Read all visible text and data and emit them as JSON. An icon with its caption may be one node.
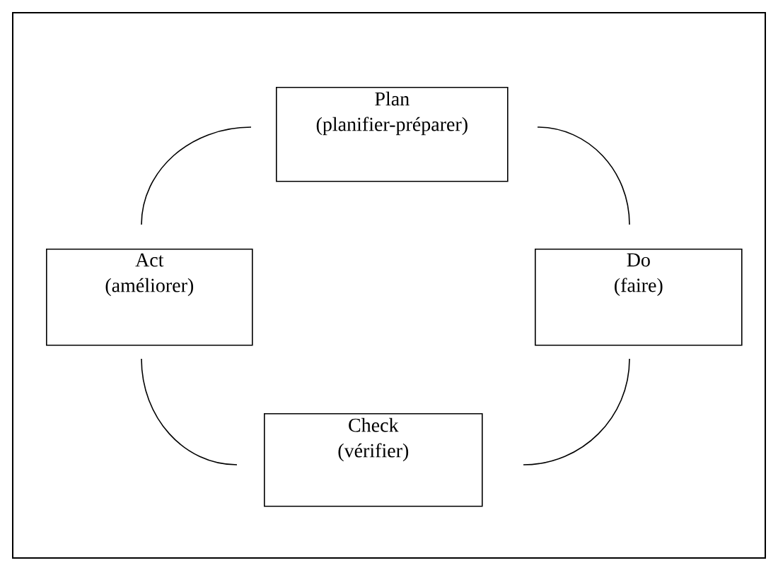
{
  "diagram": {
    "nodes": [
      {
        "text": [
          "Plan",
          "(planifier-préparer)"
        ]
      },
      {
        "text": [
          "Do",
          "(faire)"
        ]
      },
      {
        "text": [
          "Check",
          "(vérifier)"
        ]
      },
      {
        "text": [
          "Act",
          "(améliorer)"
        ]
      }
    ],
    "edges": [
      {
        "from": 0,
        "to": 1,
        "arrow": "none"
      },
      {
        "from": 1,
        "to": 2,
        "arrow": "none"
      },
      {
        "from": 2,
        "to": 3,
        "arrow": "none"
      },
      {
        "from": 3,
        "to": 0,
        "arrow": "none"
      }
    ]
  }
}
